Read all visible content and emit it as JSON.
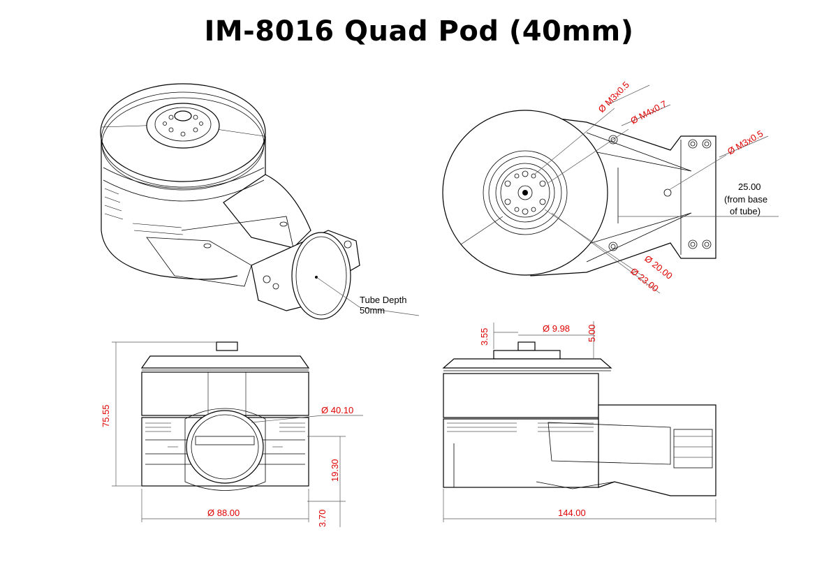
{
  "title": "IM-8016 Quad Pod (40mm)",
  "colors": {
    "dimension_red": "#e00000",
    "line": "#000000",
    "background": "#ffffff"
  },
  "iso_view": {
    "tube_depth_label": "Tube Depth",
    "tube_depth_value": "50mm"
  },
  "top_view": {
    "thread1": "Ø M3x0.5",
    "thread2": "Ø M4x0.7",
    "thread3": "Ø M3x0.5",
    "offset_value": "25.00",
    "offset_note1": "(from base",
    "offset_note2": "of tube)",
    "dia_inner": "Ø 20.00",
    "dia_outer": "Ø 23.00"
  },
  "front_view": {
    "height": "75.55",
    "tube_dia": "Ø 40.10",
    "tube_height": "19.30",
    "bottom_gap": "3.70",
    "width": "Ø 88.00"
  },
  "side_view": {
    "shaft_offset": "3.55",
    "shaft_dia": "Ø 9.98",
    "shaft_height": "5.00",
    "length": "144.00"
  }
}
